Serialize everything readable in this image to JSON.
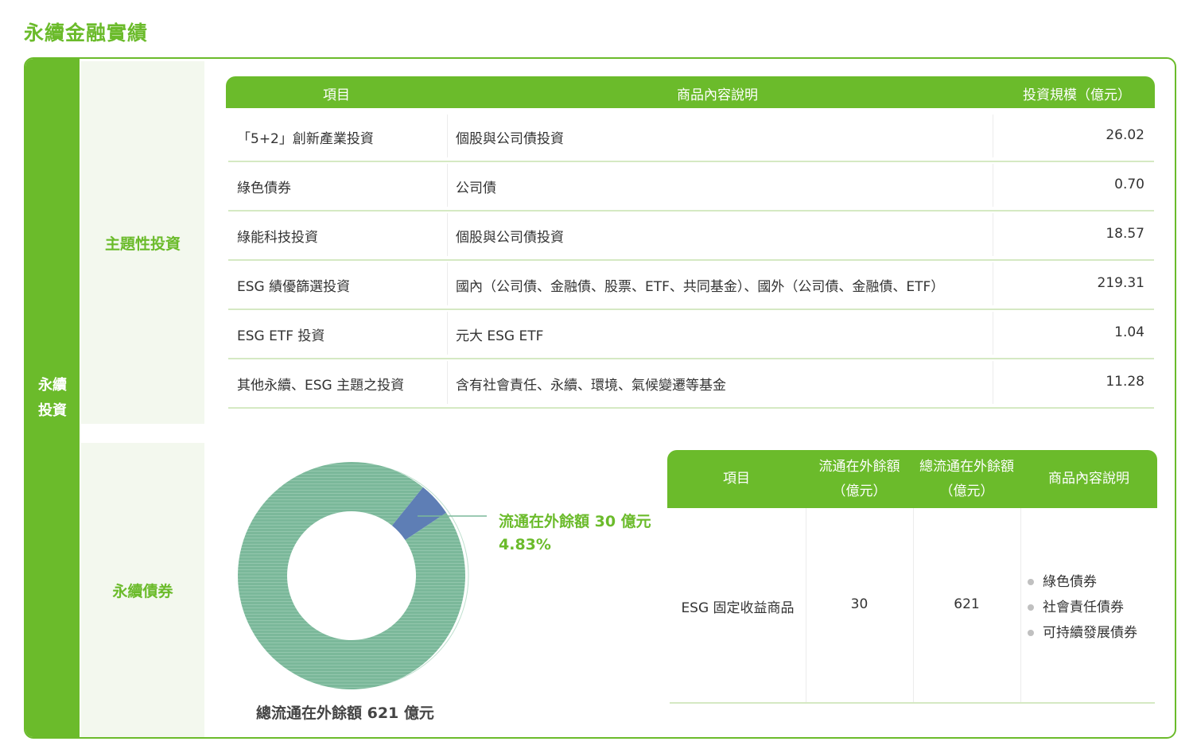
{
  "page_title": "永續金融實績",
  "sidebar": {
    "label_line1": "永續",
    "label_line2": "投資"
  },
  "categories": {
    "thematic": "主題性投資",
    "bonds": "永續債券"
  },
  "investment_table": {
    "headers": [
      "項目",
      "商品內容說明",
      "投資規模（億元）"
    ],
    "rows": [
      {
        "item": "「5+2」創新產業投資",
        "desc": "個股與公司債投資",
        "scale": "26.02"
      },
      {
        "item": "綠色債券",
        "desc": "公司債",
        "scale": "0.70"
      },
      {
        "item": "綠能科技投資",
        "desc": "個股與公司債投資",
        "scale": "18.57"
      },
      {
        "item": "ESG 績優篩選投資",
        "desc": "國內（公司債、金融債、股票、ETF、共同基金）、國外（公司債、金融債、ETF）",
        "scale": "219.31"
      },
      {
        "item": "ESG ETF 投資",
        "desc": "元大 ESG ETF",
        "scale": "1.04"
      },
      {
        "item": "其他永續、ESG 主題之投資",
        "desc": "含有社會責任、永續、環境、氣候變遷等基金",
        "scale": "11.28"
      }
    ]
  },
  "chart_data": {
    "type": "pie",
    "values": [
      30,
      621
    ],
    "colors": [
      "#5e7eb5",
      "#7bb89a"
    ],
    "annotation_line1": "流通在外餘額 30 億元",
    "annotation_line2": "4.83%",
    "bottom_label": "總流通在外餘額 621 億元"
  },
  "bond_table": {
    "headers": {
      "item": "項目",
      "outstanding_1": "流通在外餘額",
      "outstanding_2": "（億元）",
      "total_1": "總流通在外餘額",
      "total_2": "（億元）",
      "desc": "商品內容說明"
    },
    "row": {
      "item": "ESG 固定收益商品",
      "outstanding": "30",
      "total": "621",
      "bullets": [
        "綠色債券",
        "社會責任債券",
        "可持續發展債券"
      ]
    }
  },
  "colors": {
    "accent": "#6bbb2b",
    "category_bg": "#f3f8ee",
    "row_divider": "#d5e9c3"
  }
}
